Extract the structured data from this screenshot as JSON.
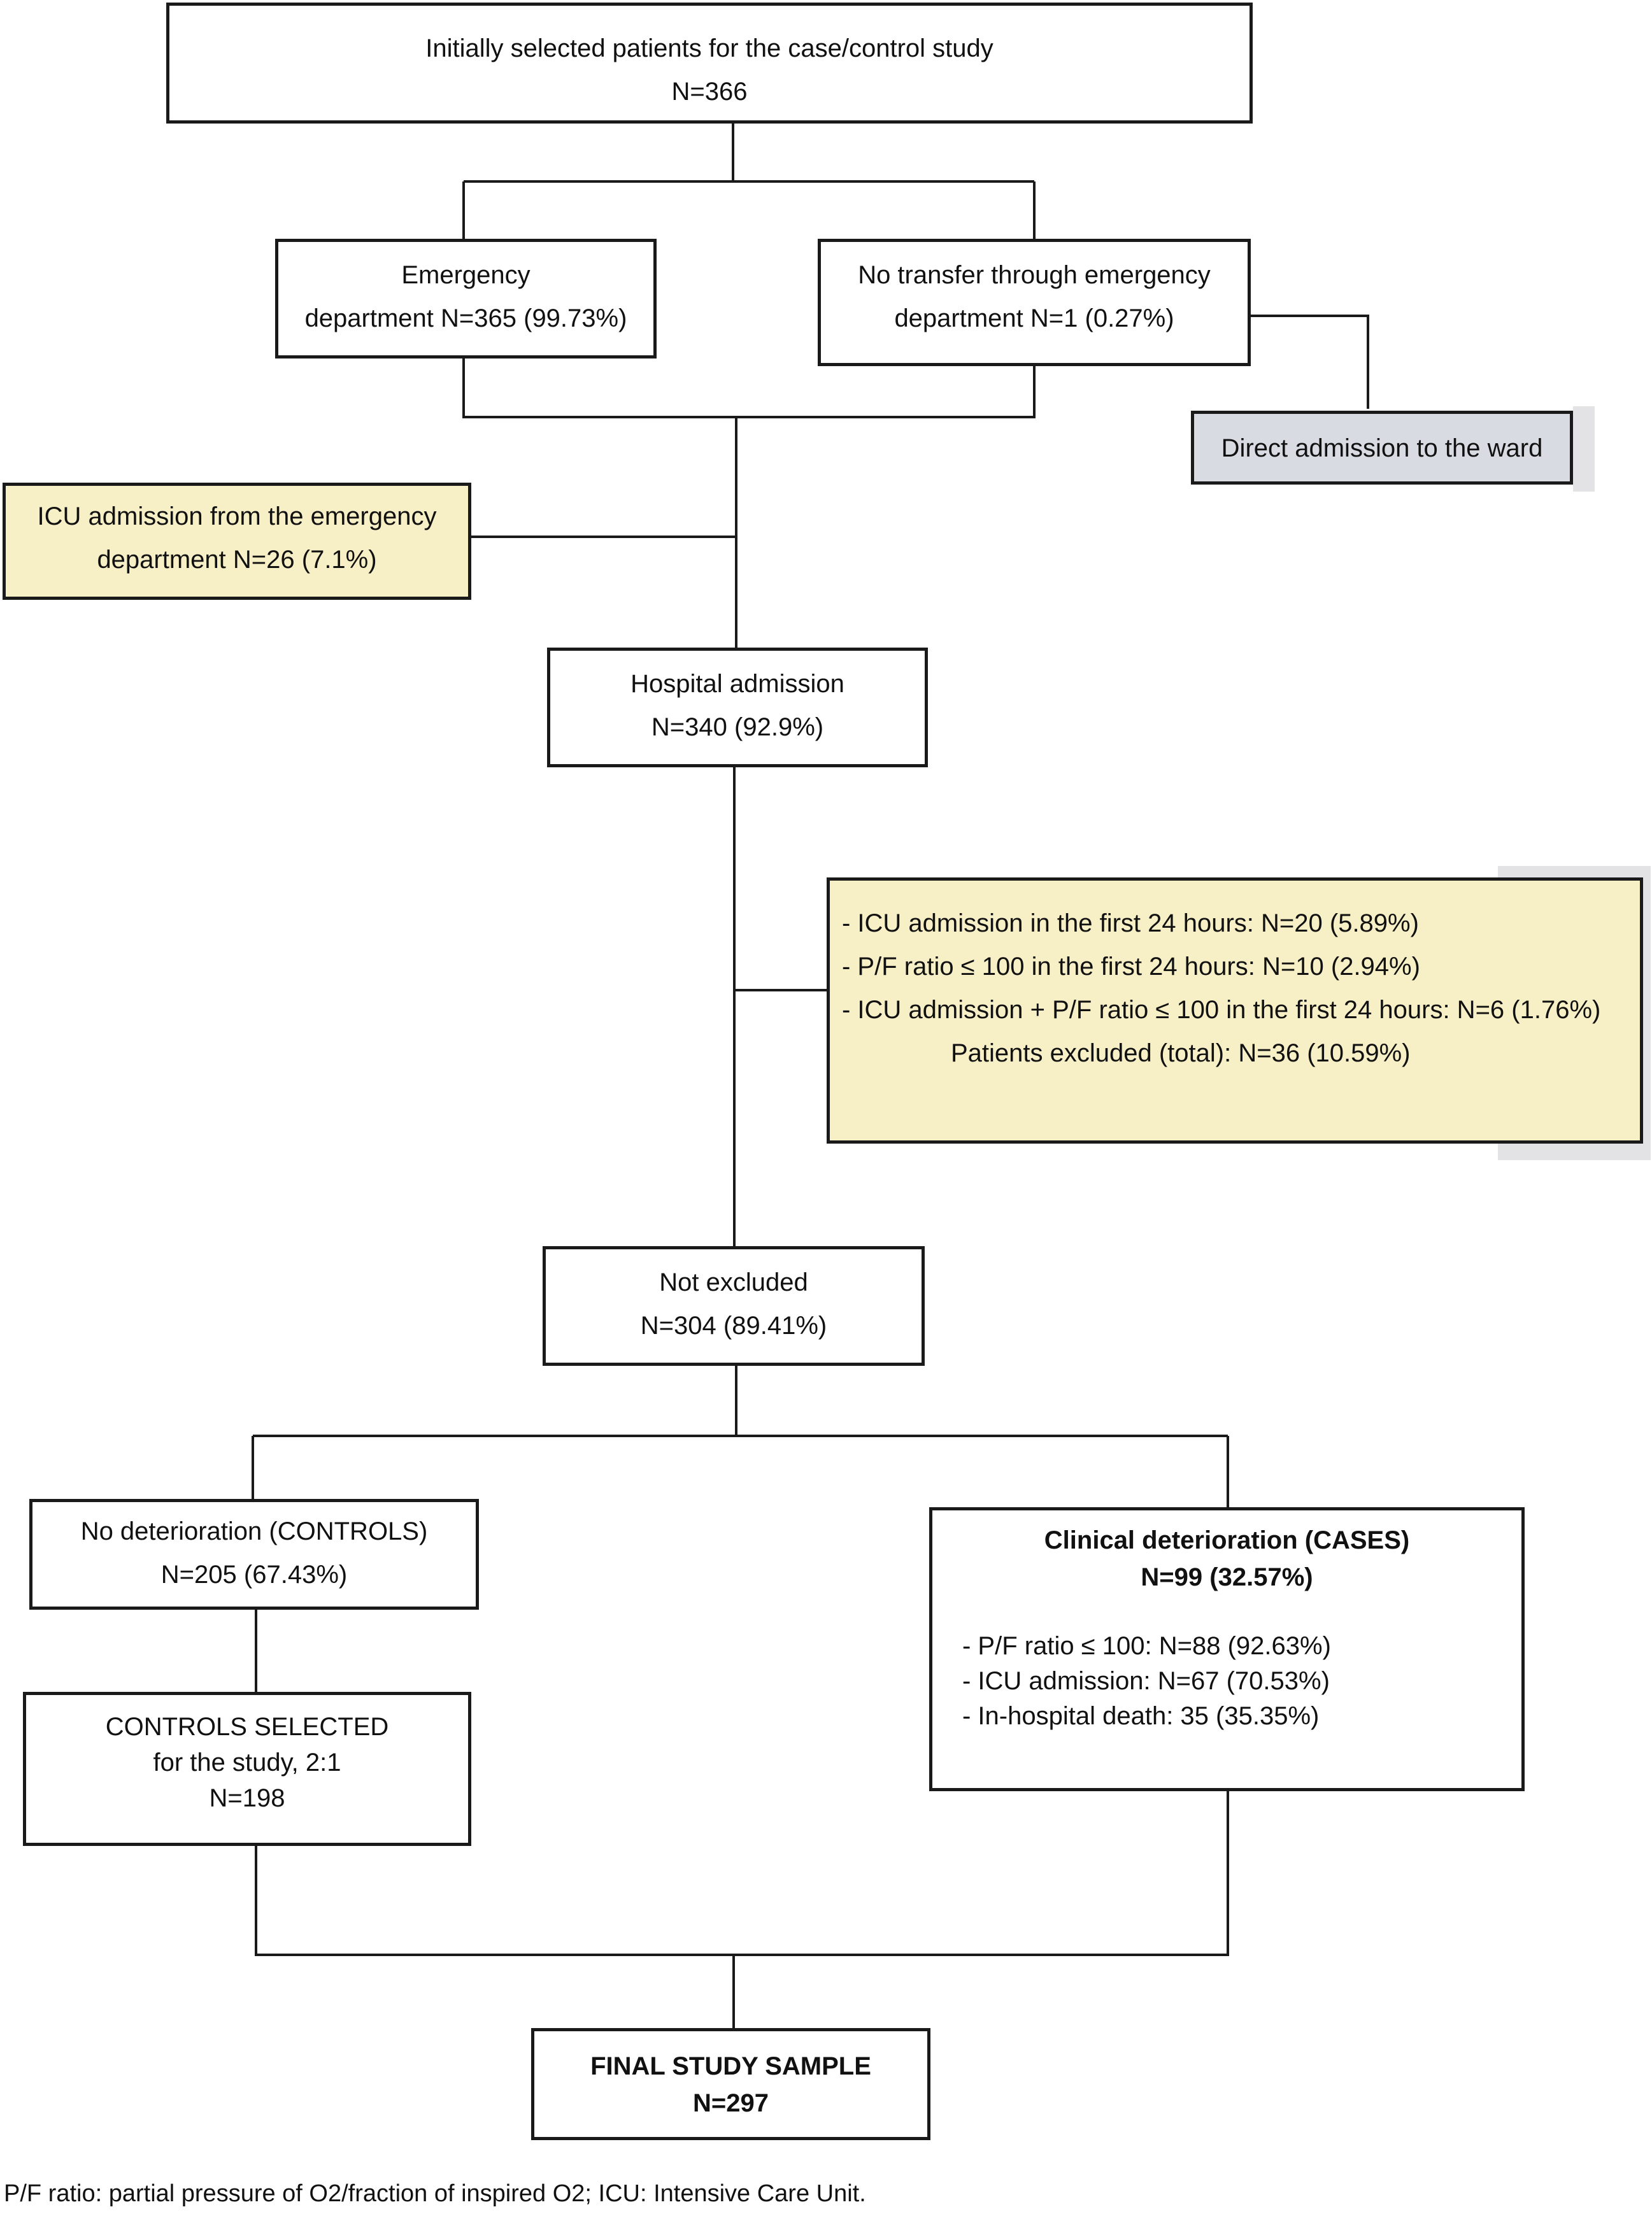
{
  "nodes": {
    "initial": {
      "line1": "Initially selected patients for the case/control study",
      "line2": "N=366"
    },
    "emergency": {
      "line1": "Emergency",
      "line2": "department N=365 (99.73%)"
    },
    "no_transfer": {
      "line1": "No transfer through emergency",
      "line2": "department N=1 (0.27%)"
    },
    "direct_admission": {
      "line1": "Direct admission to the ward"
    },
    "icu_emergency": {
      "line1": "ICU admission from the emergency",
      "line2": "department N=26 (7.1%)"
    },
    "hospital": {
      "line1": "Hospital admission",
      "line2": "N=340 (92.9%)"
    },
    "exclusions": {
      "items": [
        "-  ICU admission in the first 24 hours: N=20 (5.89%)",
        "-  P/F ratio ≤ 100 in the first 24 hours: N=10 (2.94%)",
        "-  ICU admission + P/F ratio ≤ 100 in the first 24 hours: N=6 (1.76%)"
      ],
      "total": "Patients excluded (total): N=36 (10.59%)"
    },
    "not_excluded": {
      "line1": "Not excluded",
      "line2": "N=304 (89.41%)"
    },
    "controls": {
      "line1": "No deterioration (CONTROLS)",
      "line2": "N=205 (67.43%)"
    },
    "controls_selected": {
      "line1": "CONTROLS SELECTED",
      "line2": "for the study, 2:1",
      "line3": "N=198"
    },
    "cases": {
      "line1": "Clinical deterioration (CASES)",
      "line2": "N=99 (32.57%)",
      "items": [
        "-  P/F ratio ≤ 100: N=88 (92.63%)",
        "-  ICU admission: N=67 (70.53%)",
        "-  In-hospital death: 35 (35.35%)"
      ]
    },
    "final": {
      "line1": "FINAL STUDY SAMPLE",
      "line2": "N=297"
    }
  },
  "footnote": "P/F ratio: partial pressure of O2/fraction of inspired O2; ICU: Intensive Care Unit.",
  "colors": {
    "yellow": "#f7efc6",
    "gray": "#d9dbe3",
    "line": "#1a1a1a"
  }
}
